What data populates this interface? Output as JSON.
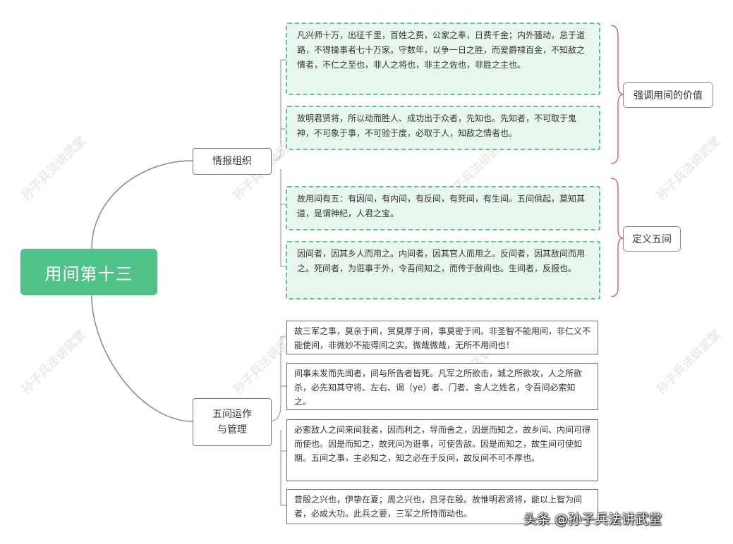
{
  "root": {
    "label": "用间第十三"
  },
  "branches": [
    {
      "label": "情报组织",
      "topics": [
        {
          "label": "强调用间的价值",
          "nodes": [
            "凡兴师十万，出征千里，百姓之费，公家之奉，日费千金；内外骚动，怠于道路，不得操事者七十万家。守数年，以争一日之胜，而爱爵禄百金，不知敌之情者，不仁之至也，非人之将也，非主之佐也，非胜之主也。",
            "故明君贤将，所以动而胜人、成功出于众者，先知也。先知者，不可取于鬼神，不可象于事，不可验于度，必取于人，知敌之情者也。"
          ]
        },
        {
          "label": "定义五间",
          "nodes": [
            "故用间有五：有因间，有内间，有反间，有死间，有生间。五间俱起，莫知其道，是谓神纪，人君之宝。",
            "因间者，因其乡人而用之。内间者，因其官人而用之。反间者，因其敌间而用之。死间者，为诳事于外，令吾间知之，而传于敌间也。生间者，反报也。"
          ]
        }
      ]
    },
    {
      "label": "五间运作与管理",
      "label_lines": [
        "五间运作",
        "与管理"
      ],
      "nodes": [
        "故三军之事，莫亲于间，赏莫厚于间，事莫密于间。非圣智不能用间，非仁义不能使间，非微妙不能得间之实。微哉微哉，无所不用间也！",
        "间事未发而先闻者，间与所告者皆死。凡军之所欲击，城之所欲攻，人之所欲杀，必先知其守将、左右、谒（ye）者、门者、舍人之姓名，令吾间必索知之。",
        "必索敌人之间来间我者，因而利之，导而舍之，因是而知之，故乡间、内间可得而使也。因是而知之，故死间为诳事，可使告敌。因是而知之，故生间可使如期。五间之事，主必知之，知之必在于反间，故反间不可不厚也。",
        "昔殷之兴也，伊挚在夏；周之兴也，吕牙在殷。故惟明君贤将，能以上智为间者，必成大功。此兵之要，三军之所恃而动也。"
      ]
    }
  ],
  "watermark": "孙子兵法讲武堂",
  "credit": "头条 @孙子兵法讲武堂",
  "colors": {
    "root_fill": "#4fc28a",
    "note_fill": "#e8f7ee",
    "note_border": "#62c08e",
    "brace": "#d9534f",
    "connector": "#888888"
  }
}
